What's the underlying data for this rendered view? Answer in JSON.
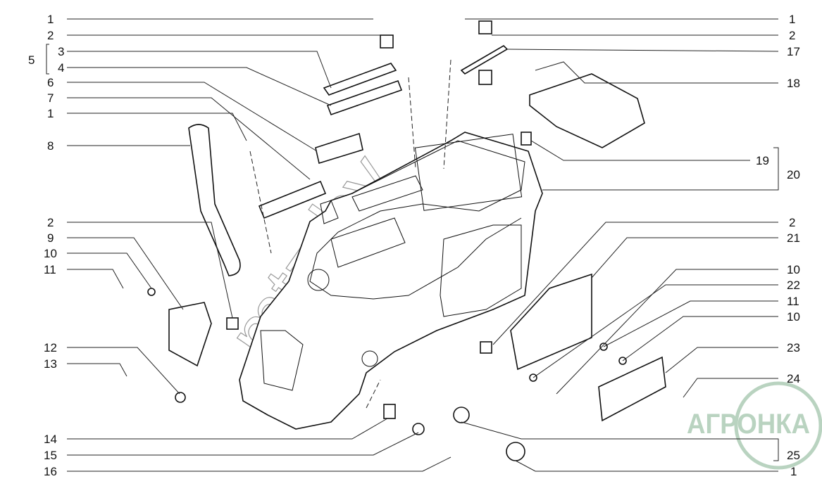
{
  "diagram": {
    "left_labels": [
      "1",
      "2",
      "3",
      "4",
      "5",
      "6",
      "7",
      "1",
      "8",
      "2",
      "9",
      "10",
      "11",
      "12",
      "13",
      "14",
      "15",
      "16"
    ],
    "right_labels": [
      "1",
      "2",
      "17",
      "18",
      "19",
      "20",
      "2",
      "21",
      "10",
      "22",
      "11",
      "10",
      "23",
      "24",
      "25",
      "1"
    ],
    "watermark_text": "mtz.by",
    "logo_text": "АГРОНКА",
    "colors": {
      "line": "#111111",
      "logo": "#b9d3c0"
    }
  }
}
